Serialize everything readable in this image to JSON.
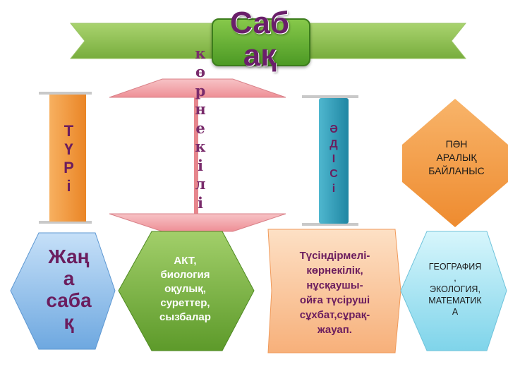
{
  "title": "Саб\nақ",
  "vertical_word": "к\nө\nр\nн\nе\nк\nі\nл\nі",
  "turi": "Т\nҮ\nР\nі",
  "adisi": "Ә\nД\nІ\nС\nі",
  "pan_aralyk": "ПӘН\nАРАЛЫҚ\nБАЙЛАНЫС",
  "hexagons": {
    "jana_sabak": "Жаң\nа\nсаба\nқ",
    "akt": "АКТ,\nбиология\nоқулық,\nсуреттер,\nсызбалар",
    "tusindirmeli": "Түсіндірмелі-\nкөрнекілік,\nнұсқаушы-\nойға түсіруші\nсұхбат,сұрақ-\nжауап.",
    "geografiya": "ГЕОГРАФИЯ\n,\nЭКОЛОГИЯ,\nМАТЕМАТИК\nА"
  },
  "colors": {
    "banner_green": "#8ec156",
    "title_purple": "#6a1f6a",
    "orange": "#f39b3d",
    "teal": "#2b9cb8",
    "pink": "#f1a3a8",
    "hex_blue": "#9dc6ec",
    "hex_green": "#7cb342",
    "hex_peach": "#fbc89d",
    "hex_cyan": "#a8e6f3"
  }
}
